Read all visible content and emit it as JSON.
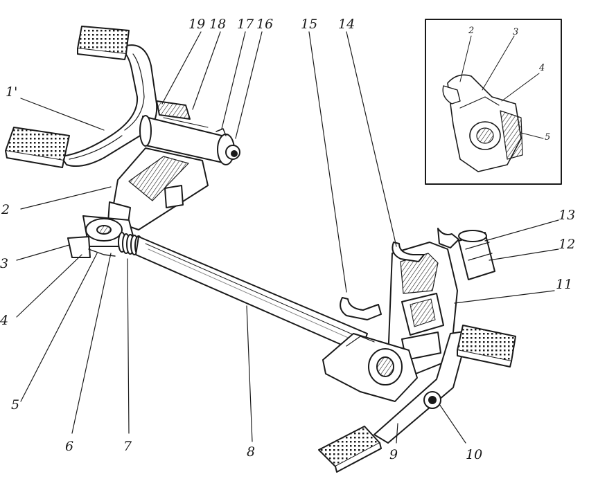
{
  "labels": {
    "l1p": "1'",
    "l2": "2",
    "l3": "3",
    "l4": "4",
    "l5": "5",
    "l6": "6",
    "l7": "7",
    "l8": "8",
    "l9": "9",
    "l10": "10",
    "l11": "11",
    "l12": "12",
    "l13": "13",
    "l14": "14",
    "l15": "15",
    "l16": "16",
    "l17": "17",
    "l18": "18",
    "l19": "19"
  },
  "inset_labels": {
    "i2": "2",
    "i3": "3",
    "i4": "4",
    "i5": "5"
  },
  "colors": {
    "ink": "#1a1a1a",
    "paper": "#ffffff",
    "shade": "#8a8a8a"
  }
}
